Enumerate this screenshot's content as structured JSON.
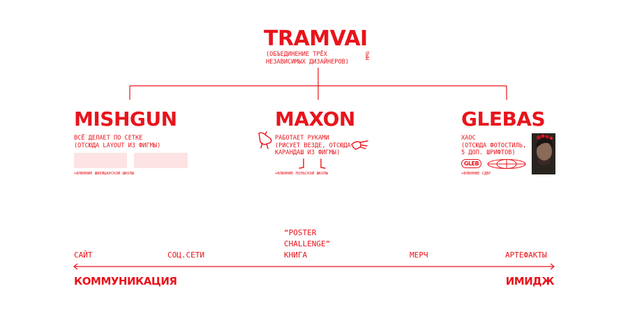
{
  "header": {
    "title": "TRAMVAI",
    "subtitle_line1": "(ОБЪЕДИНЕНИЕ ТРЁХ",
    "subtitle_line2": "НЕЗАВИСИМЫХ ДИЗАЙНЕРОВ)",
    "side_tag": "MMG"
  },
  "members": [
    {
      "name": "MISHGUN",
      "desc_line1": "ВСЁ ДЕЛАЕТ ПО СЕТКЕ",
      "desc_line2": "(ОТСЮДА LAYOUT ИЗ ФИГМЫ)",
      "influence": "+ВЛИЯНИЕ ШВЕЙЦАРСКОЙ ШКОЛЫ"
    },
    {
      "name": "MAXON",
      "desc_line1": "РАБОТАЕТ РУКАМИ",
      "desc_line2": "(РИСУЕТ ВЕЗДЕ, ОТСЮДА",
      "desc_line3": "КАРАНДАШ ИЗ ФИГМЫ)",
      "influence": "+ВЛИЯНИЕ ПОЛЬСКОЙ ШКОЛЫ"
    },
    {
      "name": "GLEBAS",
      "desc_line1": "ХАОС",
      "desc_line2": "(ОТСЮДА ФОТОСТИЛЬ,",
      "desc_line3": "5 ДОП. ШРИФТОВ)",
      "logo_text": "GLEB",
      "influence": "+ВЛИЯНИЕ СДВГ"
    }
  ],
  "scale": {
    "items": [
      "САЙТ",
      "СОЦ.СЕТИ",
      "КНИГА",
      "МЕРЧ",
      "АРТЕФАКТЫ"
    ],
    "poster_line1": "“POSTER",
    "poster_line2": "CHALLENGE”",
    "left_label": "КОММУНИКАЦИЯ",
    "right_label": "ИМИДЖ"
  },
  "colors": {
    "accent": "#e8141c",
    "pink_placeholder": "#fde3e3",
    "background": "#ffffff"
  },
  "icons": [
    "hand-drawn-hand-icon",
    "hand-drawn-pointing-hand-icon",
    "legs-icon",
    "gleb-logo-icon",
    "globe-logo-icon",
    "portrait-photo"
  ]
}
